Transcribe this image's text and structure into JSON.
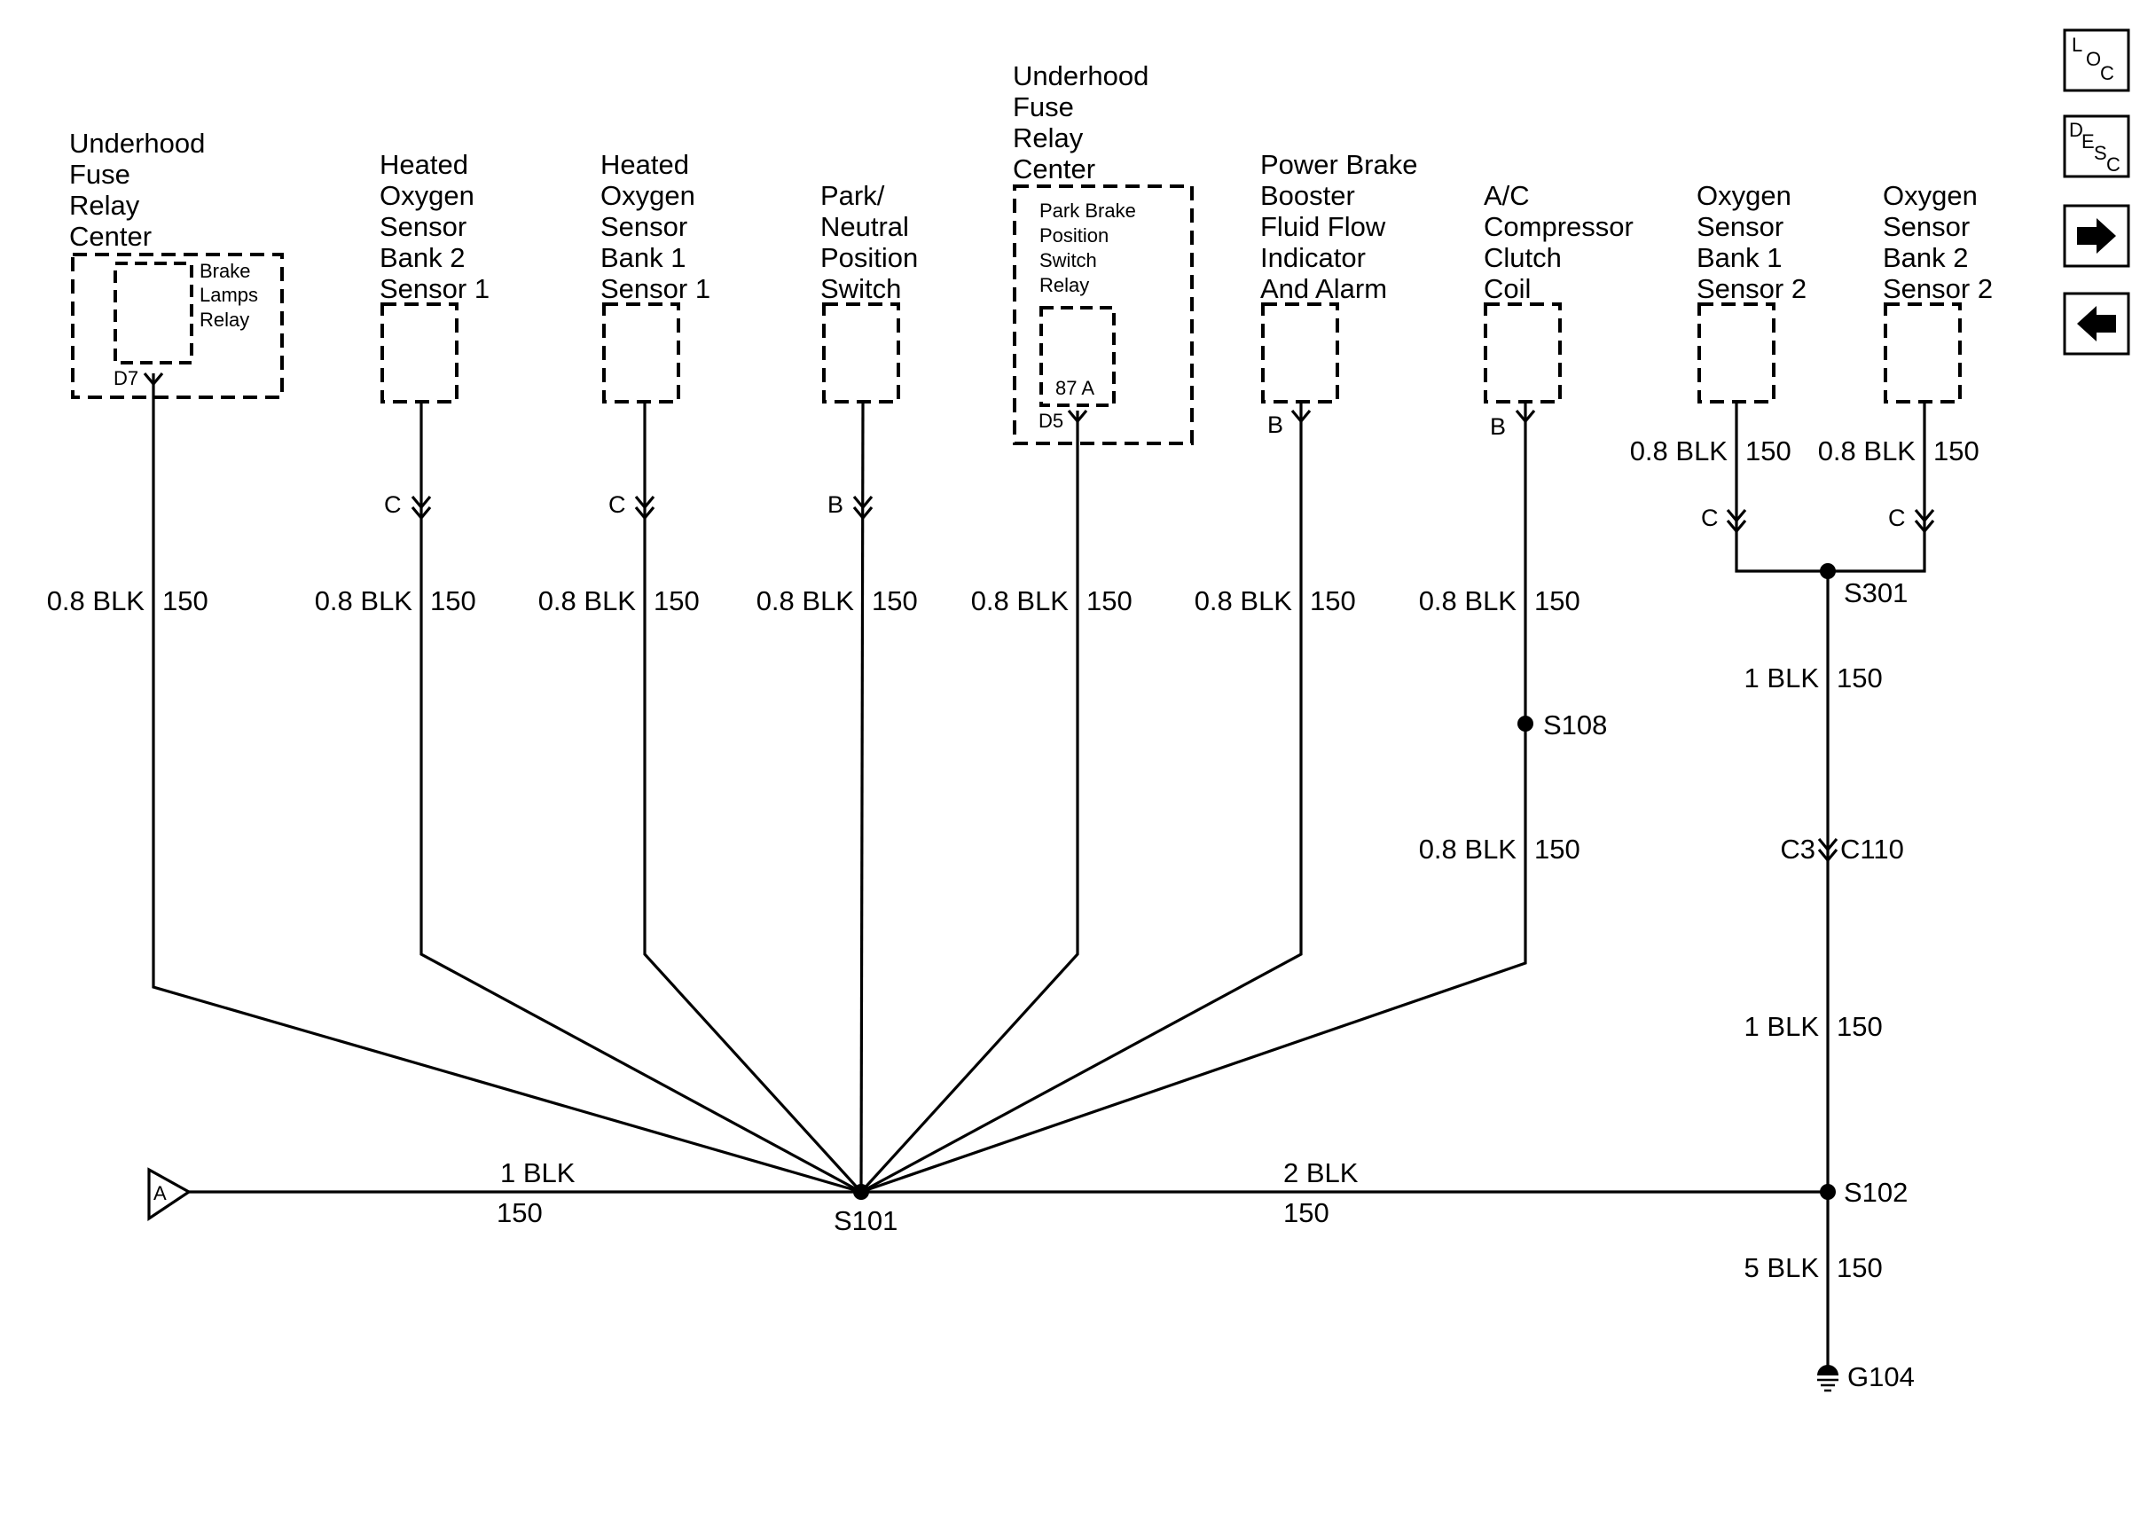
{
  "components": [
    {
      "title": [
        "Underhood",
        "Fuse",
        "Relay",
        "Center"
      ],
      "inner": [
        "Brake",
        "Lamps",
        "Relay"
      ],
      "pin": "D7",
      "wire": "0.8 BLK",
      "circuit": "150"
    },
    {
      "title": [
        "Heated",
        "Oxygen",
        "Sensor",
        "Bank 2",
        "Sensor 1"
      ],
      "pin": "C",
      "wire": "0.8 BLK",
      "circuit": "150"
    },
    {
      "title": [
        "Heated",
        "Oxygen",
        "Sensor",
        "Bank 1",
        "Sensor 1"
      ],
      "pin": "C",
      "wire": "0.8 BLK",
      "circuit": "150"
    },
    {
      "title": [
        "Park/",
        "Neutral",
        "Position",
        "Switch"
      ],
      "pin": "B",
      "wire": "0.8 BLK",
      "circuit": "150"
    },
    {
      "title": [
        "Underhood",
        "Fuse",
        "Relay",
        "Center"
      ],
      "inner": [
        "Park Brake",
        "Position",
        "Switch",
        "Relay"
      ],
      "inner_pin": "87 A",
      "pin": "D5",
      "wire": "0.8 BLK",
      "circuit": "150"
    },
    {
      "title": [
        "Power Brake",
        "Booster",
        "Fluid Flow",
        "Indicator",
        "And Alarm"
      ],
      "pin": "B",
      "wire": "0.8 BLK",
      "circuit": "150"
    },
    {
      "title": [
        "A/C",
        "Compressor",
        "Clutch",
        "Coil"
      ],
      "pin": "B",
      "wire": "0.8 BLK",
      "circuit": "150",
      "wire2": "0.8 BLK",
      "circuit2": "150"
    },
    {
      "title": [
        "Oxygen",
        "Sensor",
        "Bank 1",
        "Sensor 2"
      ],
      "pin": "C",
      "wire": "0.8 BLK",
      "circuit": "150"
    },
    {
      "title": [
        "Oxygen",
        "Sensor",
        "Bank 2",
        "Sensor 2"
      ],
      "pin": "C",
      "wire": "0.8 BLK",
      "circuit": "150"
    }
  ],
  "splices": {
    "s101": "S101",
    "s108": "S108",
    "s301": "S301",
    "s102": "S102"
  },
  "ground": "G104",
  "connector": {
    "pin": "C3",
    "name": "C110"
  },
  "bus": {
    "left": {
      "wire": "1 BLK",
      "circuit": "150"
    },
    "right": {
      "wire": "2 BLK",
      "circuit": "150"
    },
    "off_page": "A"
  },
  "trunk": {
    "upper": {
      "wire": "1 BLK",
      "circuit": "150"
    },
    "middle": {
      "wire": "1 BLK",
      "circuit": "150"
    },
    "ground_wire": {
      "wire": "5 BLK",
      "circuit": "150"
    }
  },
  "nav": {
    "loc": [
      "L",
      "O",
      "C"
    ],
    "desc": [
      "D",
      "E",
      "S",
      "C"
    ],
    "next_icon": "arrow-right-icon",
    "prev_icon": "arrow-left-icon"
  }
}
